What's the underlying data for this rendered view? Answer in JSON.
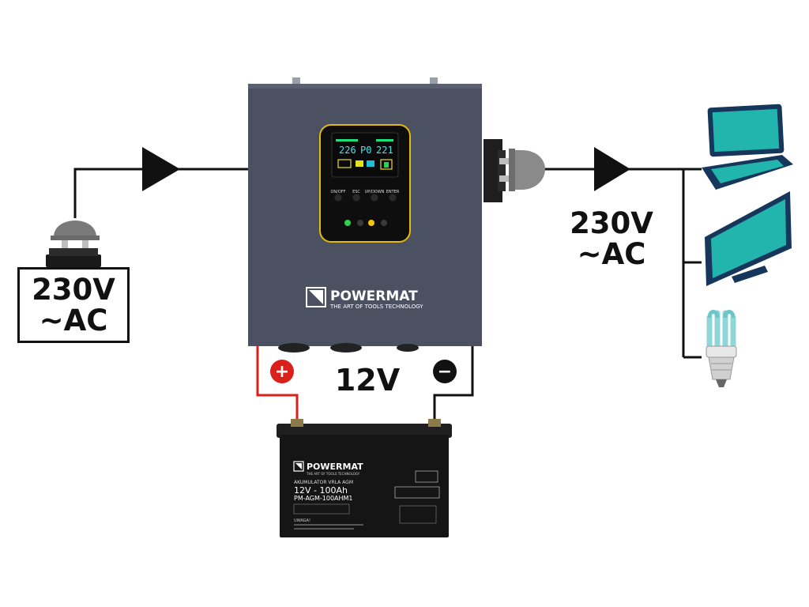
{
  "input": {
    "line1": "230V",
    "line2": "~AC"
  },
  "output": {
    "line1": "230V",
    "line2": "~AC"
  },
  "battery_voltage": "12V",
  "polarity": {
    "positive": "+",
    "negative": "−"
  },
  "inverter": {
    "brand": "POWERMAT",
    "tagline": "THE ART OF TOOLS TECHNOLOGY",
    "display": {
      "left": "226",
      "mid": "P0",
      "right": "221"
    },
    "buttons": [
      "ON/OFF",
      "ESC",
      "UP/DOWN",
      "ENTER"
    ]
  },
  "battery": {
    "brand": "POWERMAT",
    "tagline": "THE ART OF TOOLS TECHNOLOGY",
    "type": "AKUMULATOR VRLA AGM",
    "rating": "12V - 100Ah",
    "model": "PM-AGM-100AHM1",
    "warning_title": "UWAGA!"
  },
  "colors": {
    "positive_wire": "#d9201b",
    "negative_wire": "#111111",
    "inverter_body": "#4b5161",
    "device_teal": "#22b5ad",
    "device_navy": "#17365c",
    "lcd": "#0a0a0a",
    "led_green": "#2fd44a",
    "led_yellow": "#f1c40f"
  },
  "icons": [
    "input-plug-icon",
    "output-plug-icon",
    "laptop-icon",
    "monitor-icon",
    "cfl-bulb-icon",
    "flow-arrow-icon"
  ]
}
